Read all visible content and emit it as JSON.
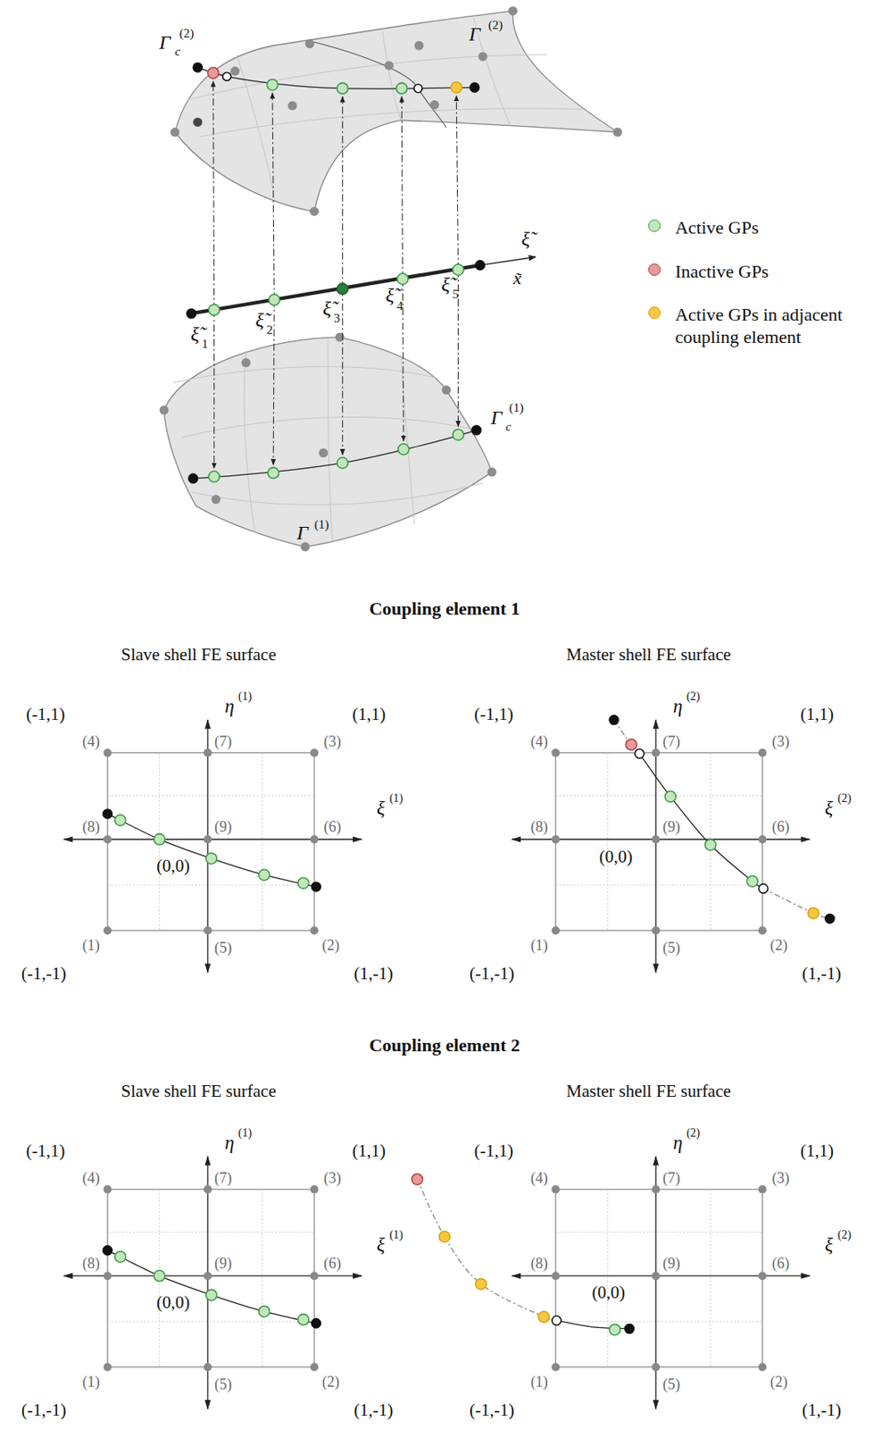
{
  "diagram": {
    "labels": [
      "Γ",
      "c",
      "(2)",
      "Γ",
      "(2)",
      "ξ̃",
      "x̃",
      "ξ̃",
      "1",
      "ξ̃",
      "2",
      "ξ̃",
      "3",
      "ξ̃",
      "4",
      "ξ̃",
      "5",
      "Γ",
      "c",
      "(1)",
      "Γ",
      "(1)",
      "Coupling element 1",
      "Slave shell FE surface",
      "Master shell FE surface",
      "(-1,1)",
      "(1,1)",
      "(-1,-1)",
      "(1,-1)",
      "(4)",
      "(7)",
      "(3)",
      "(8)",
      "(9)",
      "(6)",
      "(1)",
      "(5)",
      "(2)",
      "η",
      "(1)",
      "ξ",
      "(1)",
      "(0,0)",
      "(-1,1)",
      "(1,1)",
      "(-1,-1)",
      "(1,-1)",
      "(4)",
      "(7)",
      "(3)",
      "(8)",
      "(9)",
      "(6)",
      "(1)",
      "(5)",
      "(2)",
      "η",
      "(2)",
      "ξ",
      "(2)",
      "(0,0)",
      "Coupling element 2",
      "Slave shell FE surface",
      "Master shell FE surface",
      "(-1,1)",
      "(1,1)",
      "(-1,-1)",
      "(1,-1)",
      "(4)",
      "(7)",
      "(3)",
      "(8)",
      "(9)",
      "(6)",
      "(1)",
      "(5)",
      "(2)",
      "η",
      "(1)",
      "ξ",
      "(1)",
      "(0,0)",
      "(-1,1)",
      "(1,1)",
      "(-1,-1)",
      "(1,-1)",
      "(4)",
      "(7)",
      "(3)",
      "(8)",
      "(9)",
      "(6)",
      "(1)",
      "(5)",
      "(2)",
      "η",
      "(2)",
      "ξ",
      "(2)",
      "(0,0)"
    ],
    "legend": [
      {
        "text": "Active GPs",
        "color": "#c3e6bd"
      },
      {
        "text": "Inactive GPs",
        "color": "#e99a9a"
      },
      {
        "text": "Active GPs in adjacent coupling element",
        "color": "#f6c646"
      }
    ]
  }
}
